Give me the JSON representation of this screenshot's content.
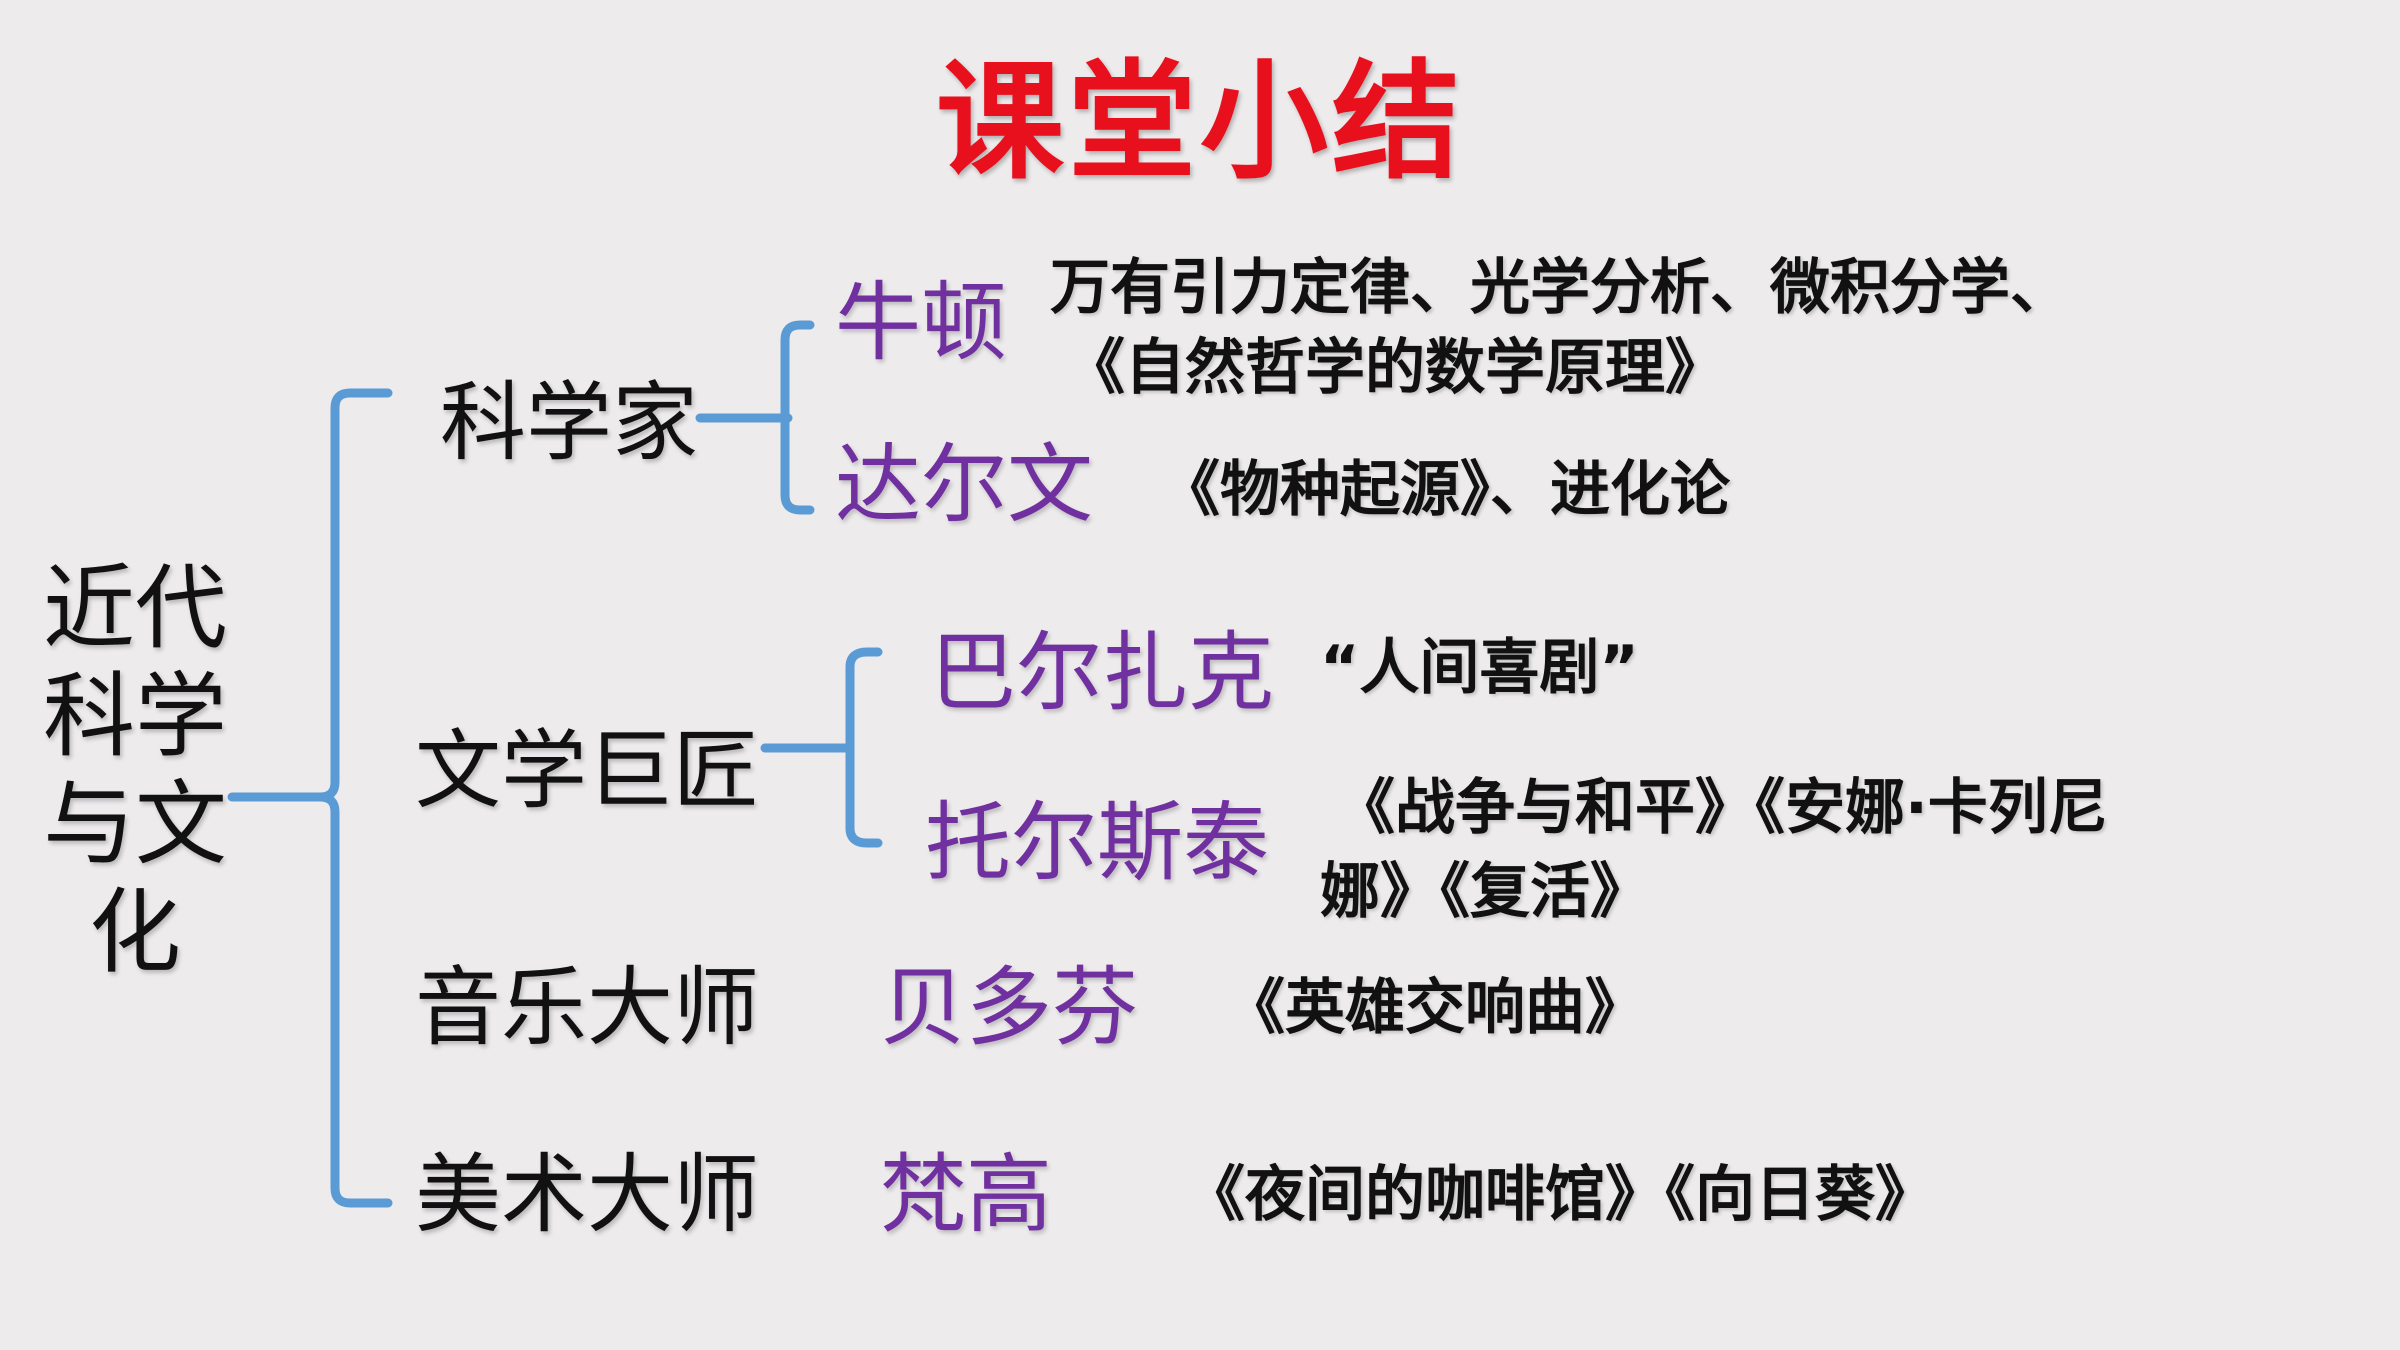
{
  "title": "课堂小结",
  "root": "近代科学与文化",
  "colors": {
    "title": "#e8101c",
    "person": "#7030a0",
    "bracket": "#5b9bd5",
    "text": "#111111"
  },
  "categories": [
    {
      "label": "科学家",
      "people": [
        {
          "name": "牛顿",
          "works": [
            "万有引力定律、光学分析、微积分学、",
            "《自然哲学的数学原理》"
          ]
        },
        {
          "name": "达尔文",
          "works": [
            "《物种起源》、进化论"
          ]
        }
      ]
    },
    {
      "label": "文学巨匠",
      "people": [
        {
          "name": "巴尔扎克",
          "works": [
            "“人间喜剧”"
          ]
        },
        {
          "name": "托尔斯泰",
          "works": [
            "《战争与和平》《安娜·卡列尼",
            "娜》《复活》"
          ]
        }
      ]
    },
    {
      "label": "音乐大师",
      "people": [
        {
          "name": "贝多芬",
          "works": [
            "《英雄交响曲》"
          ]
        }
      ]
    },
    {
      "label": "美术大师",
      "people": [
        {
          "name": "梵高",
          "works": [
            "《夜间的咖啡馆》《向日葵》"
          ]
        }
      ]
    }
  ]
}
